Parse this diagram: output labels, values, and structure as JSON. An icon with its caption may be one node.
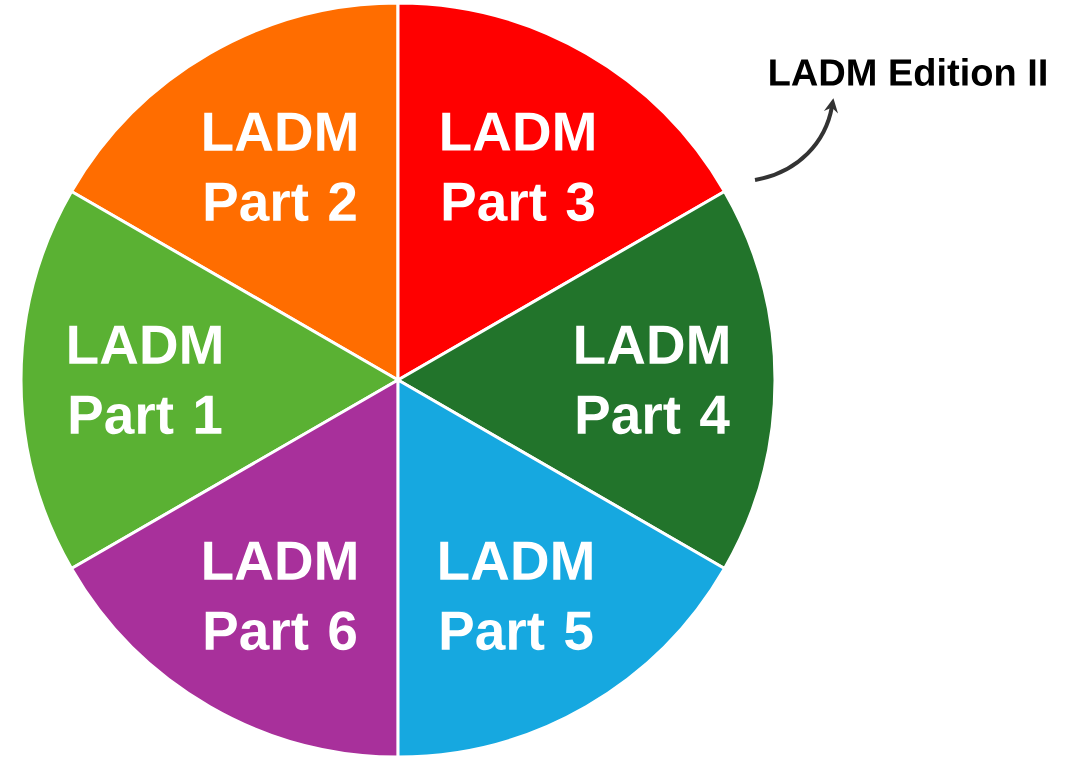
{
  "diagram": {
    "nodes": [
      {
        "text": [
          "LADM Part 2"
        ]
      },
      {
        "text": [
          "LADM Part 3"
        ]
      },
      {
        "text": [
          "LADM Edition II"
        ]
      },
      {
        "text": [
          "LADM Part 1"
        ]
      },
      {
        "text": [
          "LADM Part 4"
        ]
      },
      {
        "text": [
          "LADM Part 6"
        ]
      },
      {
        "text": [
          "LADM Part 5"
        ]
      }
    ],
    "edges": [
      {
        "from": 1,
        "to": 2,
        "arrow": "to"
      }
    ]
  }
}
